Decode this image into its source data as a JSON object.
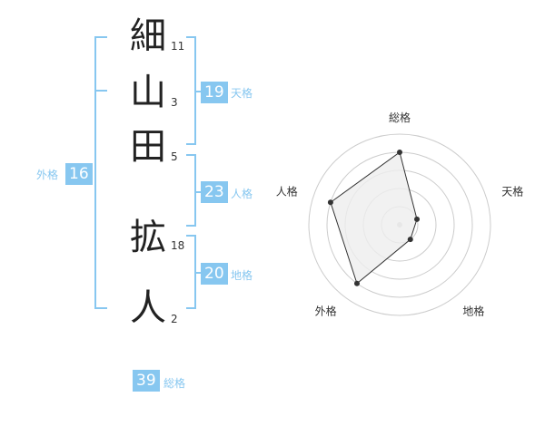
{
  "name": [
    {
      "char": "細",
      "strokes": "11"
    },
    {
      "char": "山",
      "strokes": "3"
    },
    {
      "char": "田",
      "strokes": "5"
    },
    {
      "char": "拡",
      "strokes": "18"
    },
    {
      "char": "人",
      "strokes": "2"
    }
  ],
  "kakaku": {
    "tenkaku": {
      "value": "19",
      "label": "天格"
    },
    "jinkaku": {
      "value": "23",
      "label": "人格"
    },
    "chikaku": {
      "value": "20",
      "label": "地格"
    },
    "gaikaku": {
      "value": "16",
      "label": "外格"
    },
    "soukaku": {
      "value": "39",
      "label": "総格"
    }
  },
  "chart_data": {
    "type": "radar",
    "axes": [
      "総格",
      "天格",
      "地格",
      "外格",
      "人格"
    ],
    "values": [
      4,
      1,
      1,
      4,
      4
    ],
    "max": 5,
    "colors": {
      "fill": "#eeeeee",
      "stroke": "#333333",
      "grid": "#cccccc",
      "accent": "#87c7f0"
    }
  }
}
